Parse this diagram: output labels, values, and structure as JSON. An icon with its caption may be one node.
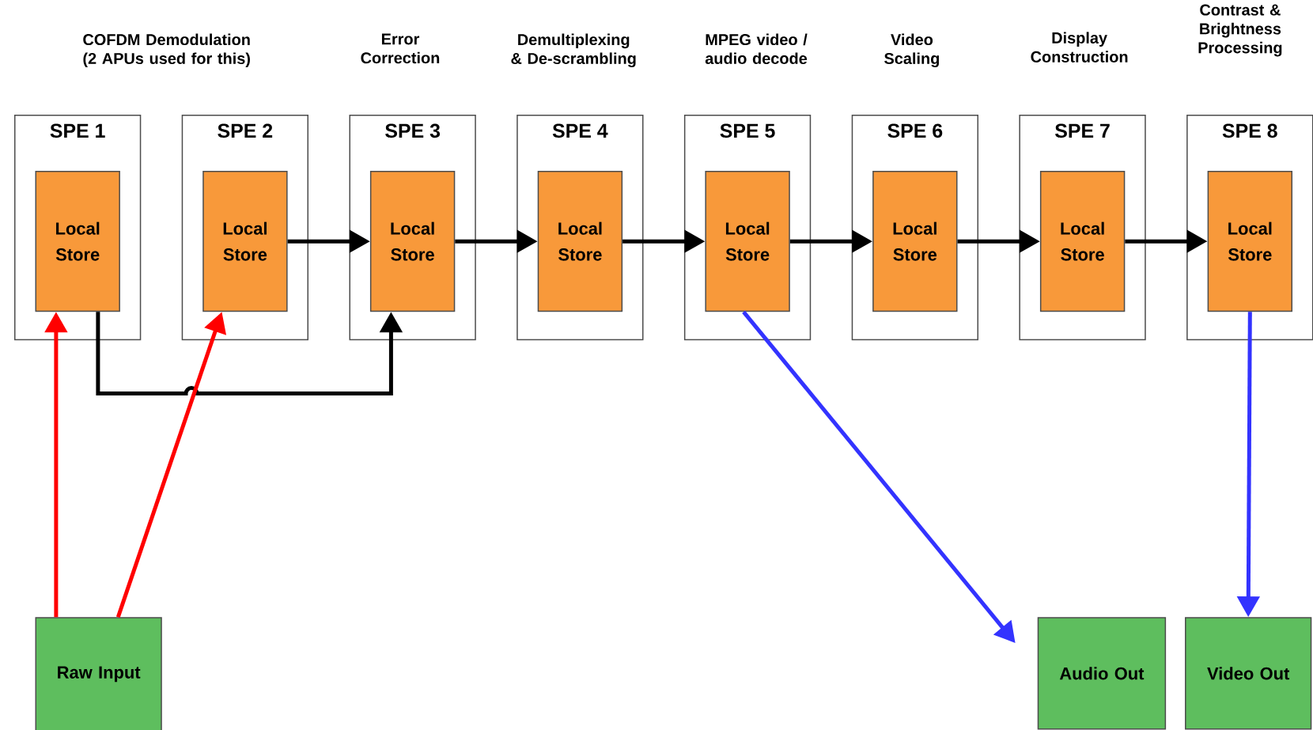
{
  "diagram": {
    "nodes": [
      {
        "text": [
          "SPE 1"
        ]
      },
      {
        "text": [
          "Local Store"
        ],
        "in": 0
      },
      {
        "text": [
          "SPE 2"
        ]
      },
      {
        "text": [
          "Local Store"
        ],
        "in": 2
      },
      {
        "text": [
          "SPE 3"
        ]
      },
      {
        "text": [
          "Local Store"
        ],
        "in": 4
      },
      {
        "text": [
          "SPE 4"
        ]
      },
      {
        "text": [
          "Local Store"
        ],
        "in": 6
      },
      {
        "text": [
          "SPE 5"
        ]
      },
      {
        "text": [
          "Local Store"
        ],
        "in": 8
      },
      {
        "text": [
          "SPE 6"
        ]
      },
      {
        "text": [
          "Local Store"
        ],
        "in": 10
      },
      {
        "text": [
          "SPE 7"
        ]
      },
      {
        "text": [
          "Local Store"
        ],
        "in": 12
      },
      {
        "text": [
          "SPE 8"
        ]
      },
      {
        "text": [
          "Local Store"
        ],
        "in": 14
      },
      {
        "text": [
          "Raw Input"
        ]
      },
      {
        "text": [
          "Audio Out"
        ]
      },
      {
        "text": [
          "Video Out"
        ]
      }
    ],
    "edges": [
      {
        "from": 3,
        "to": 5,
        "arrow": "to"
      },
      {
        "from": 5,
        "to": 7,
        "arrow": "to"
      },
      {
        "from": 7,
        "to": 9,
        "arrow": "to"
      },
      {
        "from": 9,
        "to": 11,
        "arrow": "to"
      },
      {
        "from": 11,
        "to": 13,
        "arrow": "to"
      },
      {
        "from": 13,
        "to": 15,
        "arrow": "to"
      },
      {
        "from": 1,
        "to": 5,
        "arrow": "to"
      },
      {
        "from": 16,
        "to": 1,
        "arrow": "to",
        "color": "#ff0000"
      },
      {
        "from": 16,
        "to": 3,
        "arrow": "to",
        "color": "#ff0000"
      },
      {
        "from": 9,
        "to": 17,
        "arrow": "to",
        "color": "#3333ff"
      },
      {
        "from": 15,
        "to": 18,
        "arrow": "to",
        "color": "#3333ff"
      }
    ],
    "labels": [
      "Contrast & Brightness Processing",
      "COFDM Demodulation (2 APUs used for this)",
      "Error Correction",
      "Demultiplexing & De-scrambling",
      "MPEG video / audio decode",
      "Video Scaling",
      "Display Construction"
    ]
  }
}
